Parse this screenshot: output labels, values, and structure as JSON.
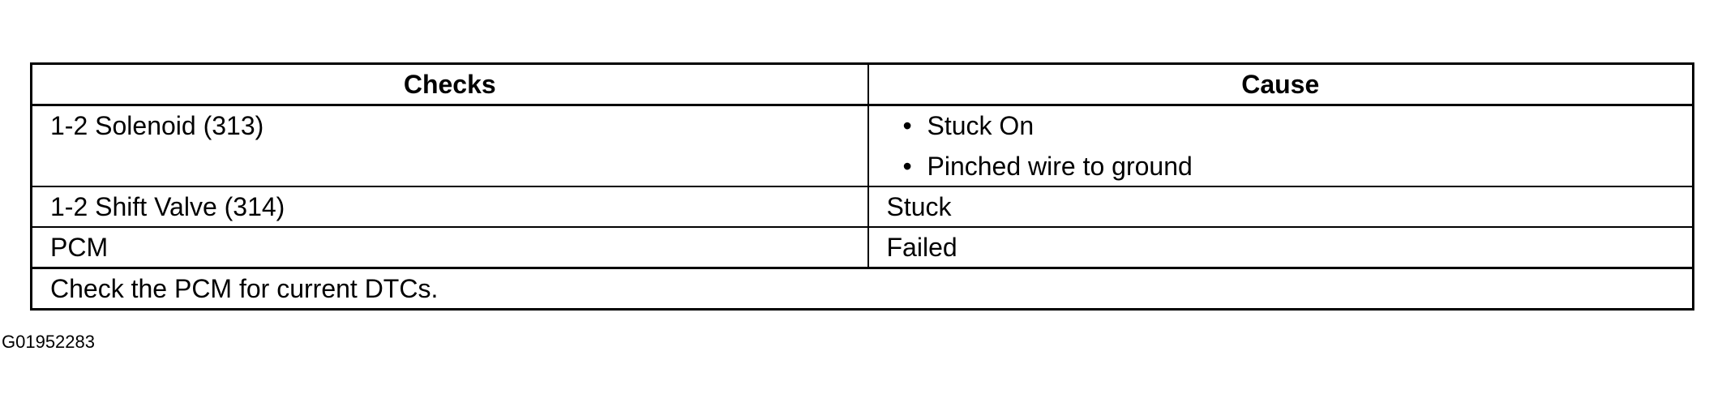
{
  "table": {
    "headers": {
      "checks": "Checks",
      "cause": "Cause"
    },
    "rows": [
      {
        "check": "1-2 Solenoid (313)",
        "causes": [
          "Stuck On",
          "Pinched wire to ground"
        ]
      },
      {
        "check": "1-2 Shift Valve (314)",
        "cause": "Stuck"
      },
      {
        "check": "PCM",
        "cause": "Failed"
      }
    ],
    "footer_note": "Check the PCM for current DTCs."
  },
  "figure_id": "G01952283"
}
